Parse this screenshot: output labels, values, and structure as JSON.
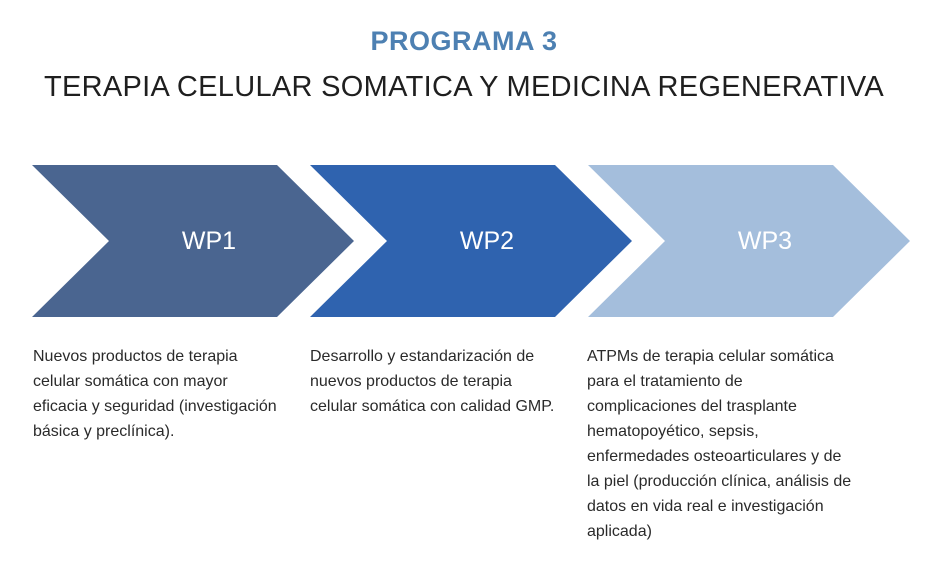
{
  "header": {
    "program_label": "PROGRAMA 3",
    "title": "TERAPIA CELULAR SOMATICA Y MEDICINA REGENERATIVA"
  },
  "colors": {
    "program_label": "#4d80b2",
    "title_text": "#1f1f1f",
    "body_text": "#2a2a2a",
    "step_label_text": "#ffffff"
  },
  "steps": [
    {
      "label": "WP1",
      "color": "#4a6590",
      "description": "Nuevos productos de terapia celular somática con mayor eficacia y seguridad (investigación básica y preclínica)."
    },
    {
      "label": "WP2",
      "color": "#2f63af",
      "description": "Desarrollo y estandarización de nuevos productos de terapia celular somática con calidad GMP."
    },
    {
      "label": "WP3",
      "color": "#a4bedc",
      "description": "ATPMs de terapia celular somática para el tratamiento de complicaciones del trasplante hematopoyético, sepsis, enfermedades osteoarticulares y de la piel (producción clínica, análisis de datos en vida real e investigación aplicada)"
    }
  ]
}
